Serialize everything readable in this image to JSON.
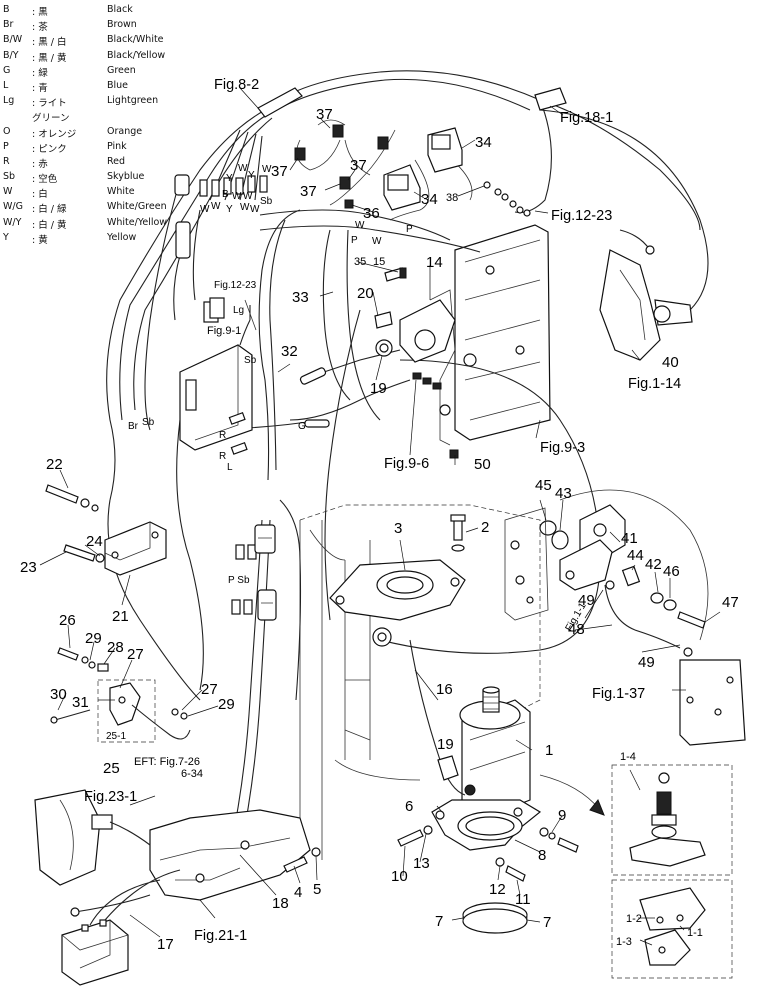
{
  "legend": [
    {
      "code": "B",
      "jp": ": 黒",
      "en": "Black"
    },
    {
      "code": "Br",
      "jp": ": 茶",
      "en": "Brown"
    },
    {
      "code": "B/W",
      "jp": ": 黒 / 白",
      "en": "Black/White"
    },
    {
      "code": "B/Y",
      "jp": ": 黒 / 黄",
      "en": "Black/Yellow"
    },
    {
      "code": "G",
      "jp": ": 緑",
      "en": "Green"
    },
    {
      "code": "L",
      "jp": ": 青",
      "en": "Blue"
    },
    {
      "code": "Lg",
      "jp": ": ライト",
      "en": "Lightgreen"
    },
    {
      "code": "",
      "jp": "  グリーン",
      "en": ""
    },
    {
      "code": "O",
      "jp": ": オレンジ",
      "en": "Orange"
    },
    {
      "code": "P",
      "jp": ": ピンク",
      "en": "Pink"
    },
    {
      "code": "R",
      "jp": ": 赤",
      "en": "Red"
    },
    {
      "code": "Sb",
      "jp": ": 空色",
      "en": "Skyblue"
    },
    {
      "code": "W",
      "jp": ": 白",
      "en": "White"
    },
    {
      "code": "W/G",
      "jp": ": 白 / 緑",
      "en": "White/Green"
    },
    {
      "code": "W/Y",
      "jp": ": 白 / 黄",
      "en": "White/Yellow"
    },
    {
      "code": "Y",
      "jp": ": 黄",
      "en": "Yellow"
    }
  ],
  "figure_refs": {
    "fig_8_2": "Fig.8-2",
    "fig_18_1": "Fig.18-1",
    "fig_12_23": "Fig.12-23",
    "fig_12_23_small": "Fig.12-23",
    "fig_9_1": "Fig.9-1",
    "fig_1_14": "Fig.1-14",
    "fig_9_3": "Fig.9-3",
    "fig_9_6": "Fig.9-6",
    "fig_1_37": "Fig.1-37",
    "fig_1_1": "Fig.1-1",
    "fig_23_1": "Fig.23-1",
    "fig_21_1": "Fig.21-1",
    "eft": "EFT: Fig.7-26",
    "eft_sub": "6-34"
  },
  "callouts": {
    "c1": "1",
    "c2": "2",
    "c3": "3",
    "c4": "4",
    "c5": "5",
    "c6": "6",
    "c7a": "7",
    "c7b": "7",
    "c8": "8",
    "c9": "9",
    "c10": "10",
    "c11": "11",
    "c12": "12",
    "c13": "13",
    "c14": "14",
    "c15": "15",
    "c16": "16",
    "c17": "17",
    "c18": "18",
    "c19a": "19",
    "c19b": "19",
    "c20": "20",
    "c21": "21",
    "c22": "22",
    "c23": "23",
    "c24": "24",
    "c25": "25",
    "c25_1": "25-1",
    "c26": "26",
    "c27a": "27",
    "c27b": "27",
    "c28": "28",
    "c29a": "29",
    "c29b": "29",
    "c30": "30",
    "c31": "31",
    "c32": "32",
    "c33": "33",
    "c34a": "34",
    "c34b": "34",
    "c35": "35",
    "c36": "36",
    "c37a": "37",
    "c37b": "37",
    "c37c": "37",
    "c37d": "37",
    "c38": "38",
    "c40": "40",
    "c41": "41",
    "c42": "42",
    "c43": "43",
    "c44": "44",
    "c45": "45",
    "c46": "46",
    "c47": "47",
    "c48": "48",
    "c49a": "49",
    "c49b": "49",
    "c50": "50",
    "c1_1": "1-1",
    "c1_2": "1-2",
    "c1_3": "1-3",
    "c1_4": "1-4"
  },
  "wire_labels": {
    "w1": "W",
    "w2": "W",
    "w3": "Y",
    "w4": "W",
    "w5": "Sb",
    "w6": "B",
    "w7": "W",
    "w8": "W",
    "w9": "W",
    "w10": "Y",
    "w11": "Y",
    "w12": "W",
    "w13": "W",
    "lg": "Lg",
    "sb": "Sb",
    "p": "P",
    "w_36": "W",
    "br": "Br",
    "sb2": "Sb",
    "r1": "R",
    "r2": "R",
    "l": "L",
    "g": "G",
    "psb": "P Sb",
    "w_36b": "W",
    "p2": "P"
  }
}
